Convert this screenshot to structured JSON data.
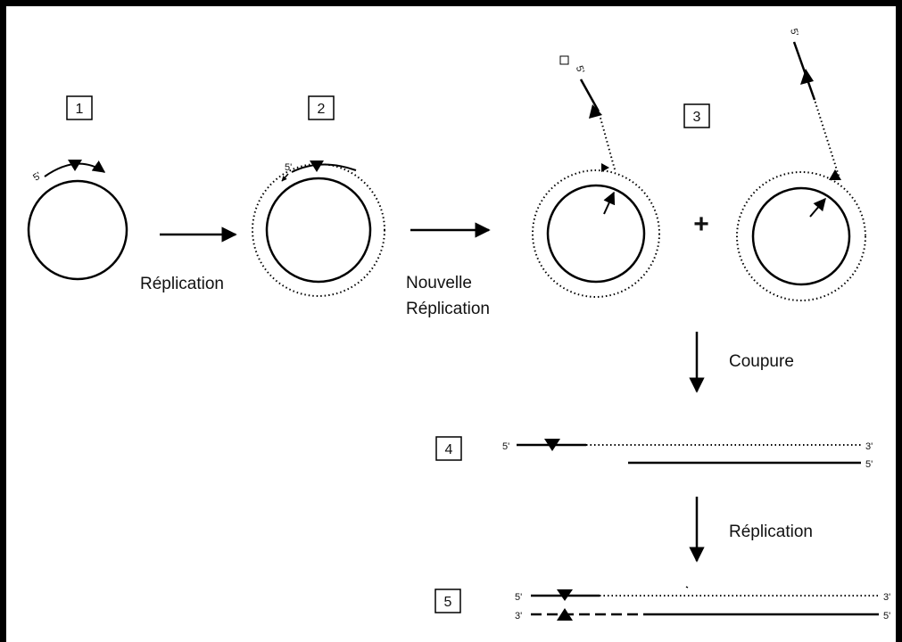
{
  "steps": {
    "step1": "1",
    "step2": "2",
    "step3": "3",
    "step4": "4",
    "step5": "5"
  },
  "arrows": {
    "replication_1": "Réplication",
    "new_replication_line1": "Nouvelle",
    "new_replication_line2": "Réplication",
    "cut": "Coupure",
    "replication_2": "Réplication",
    "plus": "+"
  },
  "ends": {
    "five_prime": "5'",
    "three_prime": "3'"
  },
  "colors": {
    "line": "#000000",
    "background": "#ffffff"
  }
}
